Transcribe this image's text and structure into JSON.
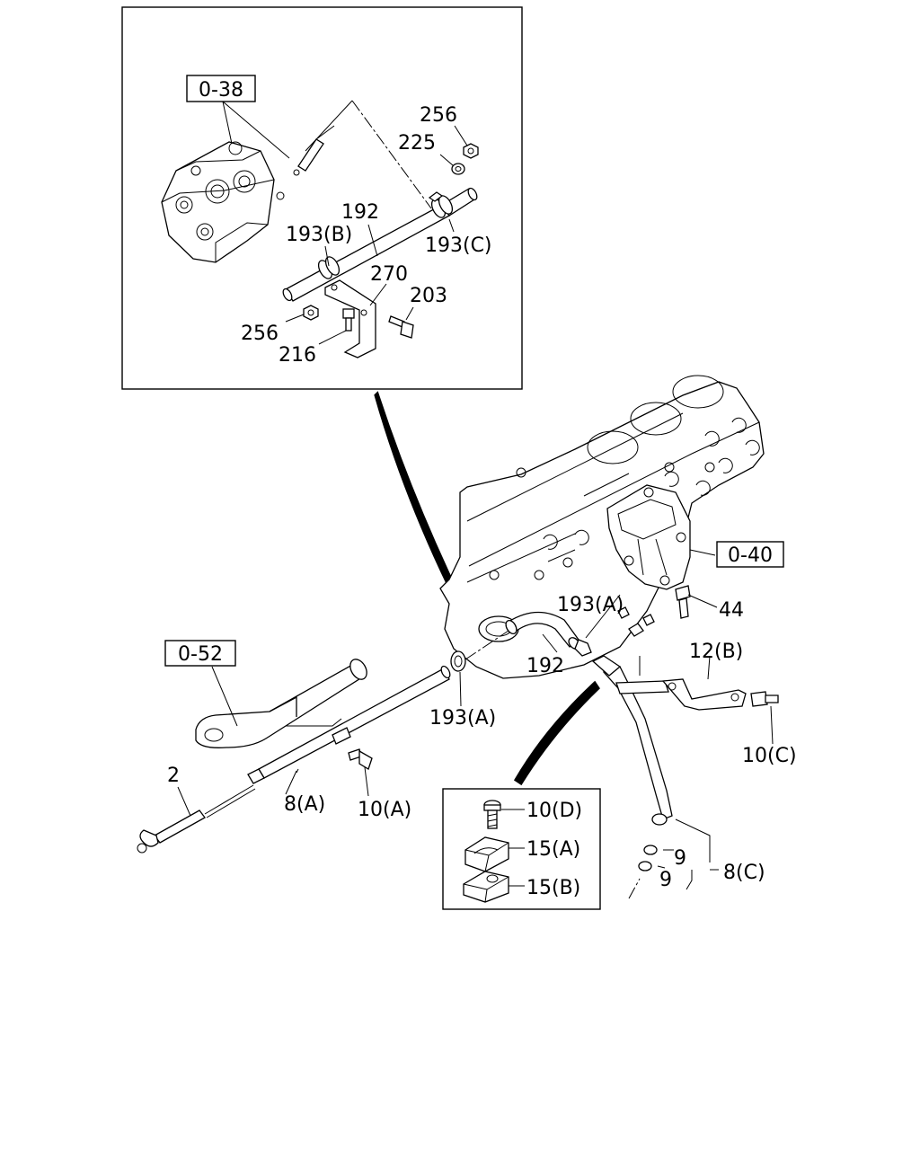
{
  "refs": {
    "r0_38": "0-38",
    "r0_40": "0-40",
    "r0_52": "0-52"
  },
  "inset_top": {
    "l256_top": "256",
    "l225": "225",
    "l192": "192",
    "l193b": "193(B)",
    "l193c": "193(C)",
    "l270": "270",
    "l203": "203",
    "l256_bottom": "256",
    "l216": "216"
  },
  "main": {
    "l193a_upper": "193(A)",
    "l44": "44",
    "l12b": "12(B)",
    "l192": "192",
    "l193a_lower": "193(A)",
    "l10c": "10(C)",
    "l2": "2",
    "l8a": "8(A)",
    "l10a": "10(A)",
    "l9_upper": "9",
    "l9_lower": "9",
    "l8c": "8(C)"
  },
  "inset_bottom": {
    "l10d": "10(D)",
    "l15a": "15(A)",
    "l15b": "15(B)"
  }
}
